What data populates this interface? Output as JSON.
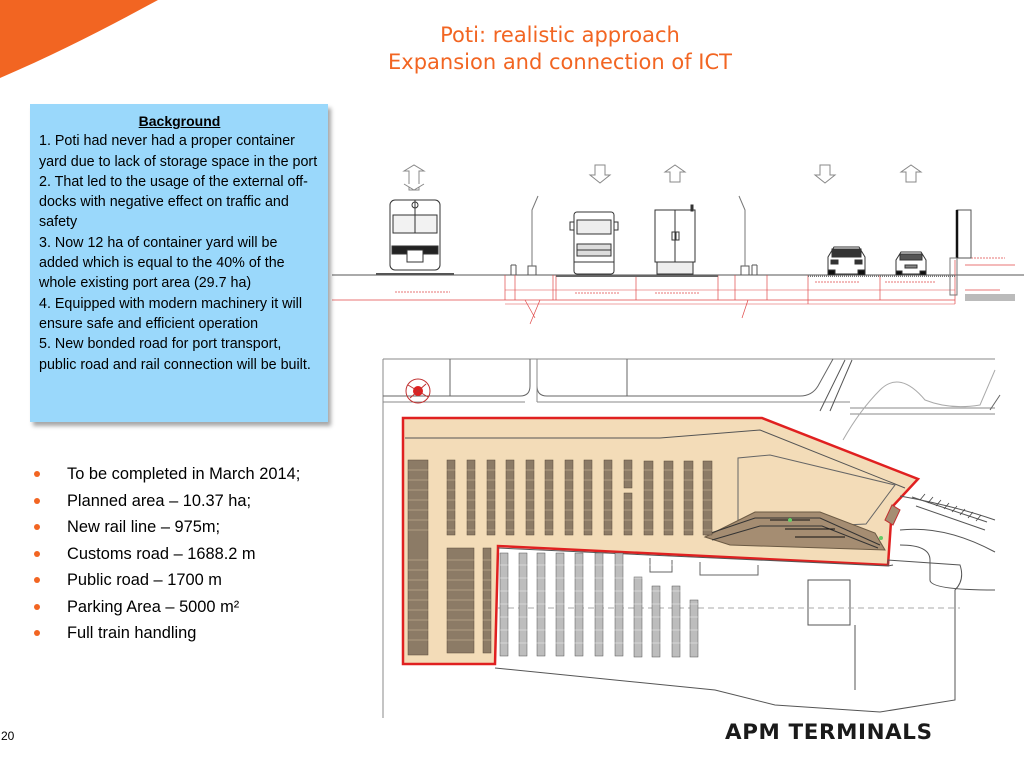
{
  "slide": {
    "title_line1": "Poti: realistic approach",
    "title_line2": "Expansion and connection of ICT",
    "page_number": "20",
    "brand_logo": "APM TERMINALS",
    "colors": {
      "accent_orange": "#f26522",
      "callout_blue": "#9ad8fb",
      "yard_fill": "#f3dcb8",
      "boundary_red": "#e02020"
    }
  },
  "background_box": {
    "heading": "Background",
    "points": [
      "1. Poti had never had a proper container yard due to lack of storage space in the port",
      "2. That led to the usage of the external off-docks with negative effect on traffic and safety",
      "3. Now 12 ha of container yard will be added which is equal to the 40% of the whole existing port area (29.7 ha)",
      "4. Equipped with modern machinery it will ensure safe and efficient operation",
      "5. New bonded road for port transport, public road and rail connection will be built."
    ]
  },
  "key_facts": [
    "To be completed in March 2014;",
    "Planned area – 10.37 ha;",
    "New rail line – 975m;",
    "Customs road – 1688.2 m",
    "Public road – 1700 m",
    "Parking Area – 5000 m²",
    "Full train handling"
  ],
  "cross_section": {
    "lanes": [
      "rail",
      "customs road",
      "public road"
    ],
    "vehicles": [
      "train-front",
      "truck-front",
      "container-truck-rear",
      "car",
      "car"
    ]
  },
  "site_plan": {
    "features": [
      "container yard blocks",
      "rail yard",
      "existing terminal",
      "public road",
      "parking area"
    ]
  }
}
